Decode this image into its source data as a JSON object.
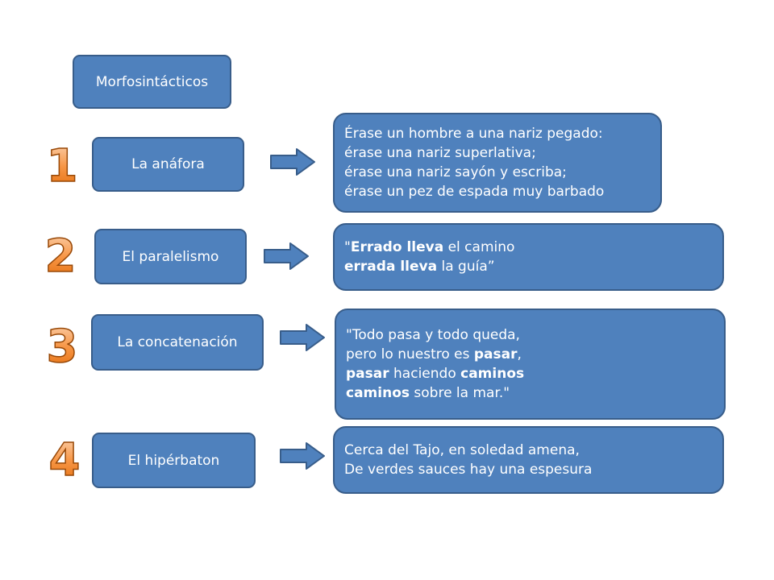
{
  "header": {
    "label": "Morfosintácticos"
  },
  "figures": [
    {
      "number": "1",
      "name": "La anáfora",
      "example": [
        [
          {
            "t": "Érase un hombre a una nariz pegado:",
            "b": false
          }
        ],
        [
          {
            "t": "érase una nariz superlativa;",
            "b": false
          }
        ],
        [
          {
            "t": "érase una nariz sayón y escriba;",
            "b": false
          }
        ],
        [
          {
            "t": "érase un pez de espada muy barbado",
            "b": false
          }
        ]
      ]
    },
    {
      "number": "2",
      "name": "El paralelismo",
      "example": [
        [
          {
            "t": "\"",
            "b": false
          },
          {
            "t": "Errado lleva",
            "b": true
          },
          {
            "t": " el camino",
            "b": false
          }
        ],
        [
          {
            "t": "errada lleva",
            "b": true
          },
          {
            "t": " la guía”",
            "b": false
          }
        ]
      ]
    },
    {
      "number": "3",
      "name": "La concatenación",
      "example": [
        [
          {
            "t": "\"Todo pasa y todo queda,",
            "b": false
          }
        ],
        [
          {
            "t": "pero lo nuestro es ",
            "b": false
          },
          {
            "t": "pasar",
            "b": true
          },
          {
            "t": ",",
            "b": false
          }
        ],
        [
          {
            "t": "pasar",
            "b": true
          },
          {
            "t": " haciendo ",
            "b": false
          },
          {
            "t": "caminos",
            "b": true
          }
        ],
        [
          {
            "t": "caminos",
            "b": true
          },
          {
            "t": " sobre la mar.\"",
            "b": false
          }
        ]
      ]
    },
    {
      "number": "4",
      "name": "El hipérbaton",
      "example": [
        [
          {
            "t": "Cerca del Tajo, en soledad amena,",
            "b": false
          }
        ],
        [
          {
            "t": "De verdes sauces hay una espesura",
            "b": false
          }
        ]
      ]
    }
  ],
  "colors": {
    "box_fill": "#4f81bd",
    "box_border": "#385d8a",
    "number_orange": "#f79646",
    "text": "#ffffff"
  }
}
